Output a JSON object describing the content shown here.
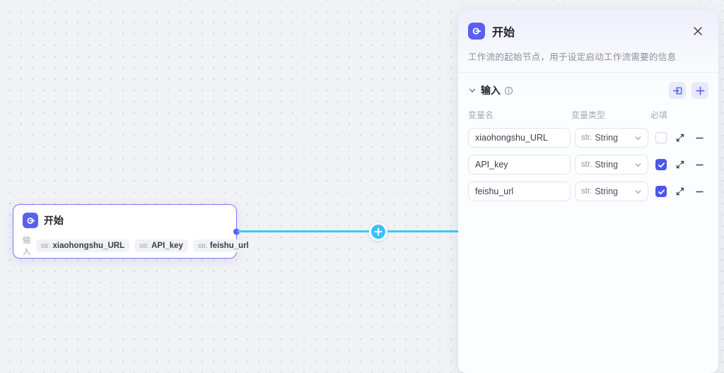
{
  "canvas": {
    "node": {
      "title": "开始",
      "input_label": "输入",
      "tags": [
        {
          "type": "str.",
          "name": "xiaohongshu_URL"
        },
        {
          "type": "str.",
          "name": "API_key"
        },
        {
          "type": "str.",
          "name": "feishu_url"
        }
      ]
    }
  },
  "panel": {
    "title": "开始",
    "description": "工作流的起始节点，用于设定启动工作流需要的信息",
    "section": {
      "label": "输入"
    },
    "table": {
      "headers": [
        "变量名",
        "变量类型",
        "必填"
      ],
      "rows": [
        {
          "name": "xiaohongshu_URL",
          "type_prefix": "str.",
          "type": "String",
          "required": false
        },
        {
          "name": "API_key",
          "type_prefix": "str.",
          "type": "String",
          "required": true
        },
        {
          "name": "feishu_url",
          "type_prefix": "str.",
          "type": "String",
          "required": true
        }
      ]
    }
  },
  "icons": {
    "start": "start-icon",
    "close": "close-icon",
    "chevron_down": "chevron-down-icon",
    "info": "info-circle-icon",
    "import": "import-icon",
    "plus": "plus-icon",
    "expand": "expand-icon",
    "minus": "minus-icon",
    "check": "check-icon",
    "add_on_edge": "plus-icon"
  },
  "colors": {
    "accent_indigo": "#5a5ff0",
    "checkbox_indigo": "#4f54eb",
    "edge_cyan": "#3ec7fd",
    "node_border": "#7d76f5",
    "canvas_bg": "#f1f2f5",
    "canvas_dot": "#d6d8dd",
    "panel_top": "#edeffa",
    "panel_bg": "#fcfdff",
    "button_bg": "#e7e9fc",
    "pill_bg": "#f1f2f6"
  }
}
